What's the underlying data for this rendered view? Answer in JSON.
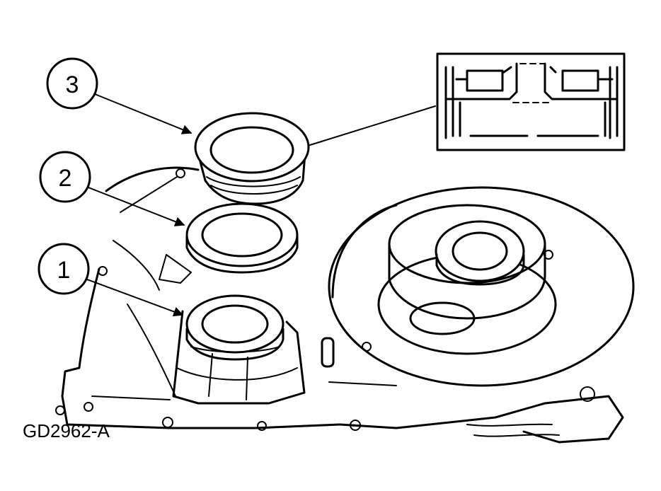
{
  "figure_code": "GD2962-A",
  "callouts": [
    {
      "label": "3"
    },
    {
      "label": "2"
    },
    {
      "label": "1"
    }
  ]
}
